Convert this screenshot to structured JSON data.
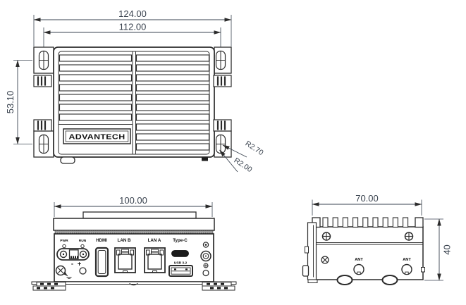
{
  "drawing": {
    "brand_logo": "ADVANTECH",
    "colors": {
      "line": "#2b2b2b",
      "dimension_text": "#39424e",
      "port_fill": "#1b1b1b",
      "background": "#ffffff"
    },
    "icons": [
      "keyhole-slot-icon",
      "din-clip-icon",
      "phillips-screw-icon",
      "ground-screw-icon",
      "antenna-hole-icon",
      "rj45-port-icon",
      "hdmi-port-icon",
      "usb-c-port-icon",
      "usb-a-port-icon",
      "terminal-block-icon",
      "led-hole-icon",
      "mounting-foot-icon"
    ]
  },
  "top_view": {
    "dim_width_outer": "124.00",
    "dim_width_inner": "112.00",
    "dim_height": "53.10",
    "radius_callout_1": "R2.70",
    "radius_callout_2": "R2.00"
  },
  "front_view": {
    "dim_width": "100.00",
    "led_labels": {
      "pwr": "PWR",
      "run": "RUN"
    },
    "port_labels": {
      "hdmi": "HDMI",
      "lan_b": "LAN B",
      "lan_a": "LAN A",
      "type_c": "Type-C",
      "usb": "USB 3.2"
    },
    "polarity": {
      "minus": "-",
      "plus": "+"
    }
  },
  "side_view": {
    "dim_width": "70.00",
    "dim_height": "40",
    "antenna_labels": [
      "ANT",
      "ANT"
    ]
  }
}
